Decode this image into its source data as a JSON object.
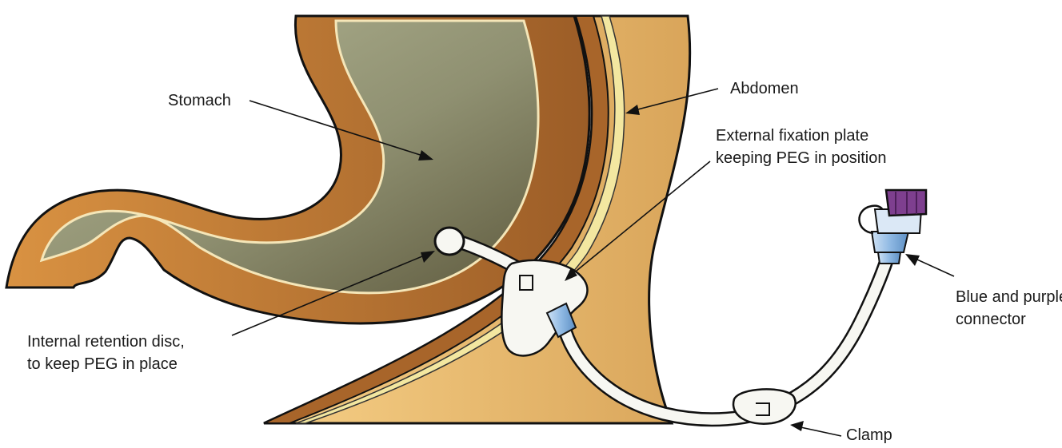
{
  "labels": {
    "stomach": "Stomach",
    "abdomen": "Abdomen",
    "fixation_plate": [
      "External fixation plate",
      "keeping PEG in position"
    ],
    "retention_disc": [
      "Internal retention disc,",
      "to keep PEG in place"
    ],
    "connector": [
      "Blue and purple",
      "connector"
    ],
    "clamp": "Clamp"
  },
  "colors": {
    "abdomen_wall": "#e9bd6f",
    "muscle_layer": "#a8652a",
    "fat_layer": "#f3e7a0",
    "stomach_lumen": "#9a9a78",
    "stomach_wall": "#c87f35",
    "tube": "#f7f7f2",
    "connector_blue": "#8fb9e3",
    "cap_purple": "#7e3f8f"
  }
}
